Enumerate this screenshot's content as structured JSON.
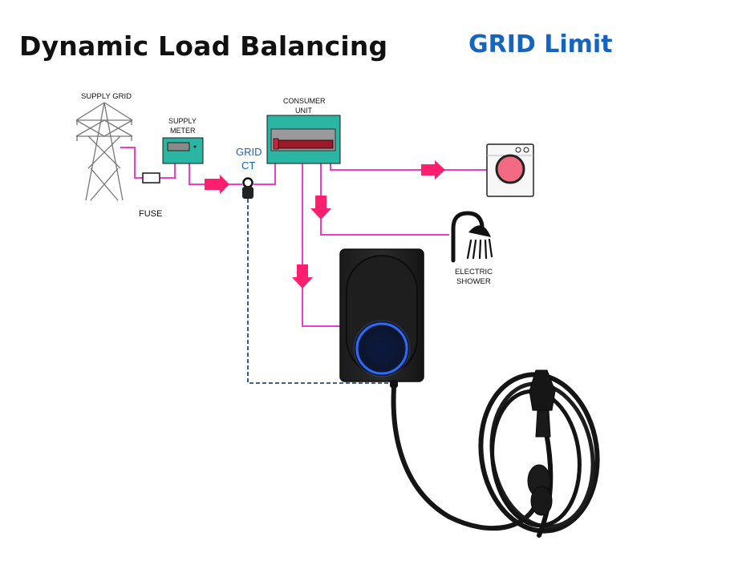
{
  "header": {
    "title": "Dynamic Load Balancing",
    "subtitle": "GRID Limit"
  },
  "labels": {
    "supply_grid": "SUPPLY GRID",
    "supply_meter_line1": "SUPPLY",
    "supply_meter_line2": "METER",
    "fuse": "FUSE",
    "grid_ct_line1": "GRID",
    "grid_ct_line2": "CT",
    "consumer_unit_line1": "CONSUMER",
    "consumer_unit_line2": "UNIT",
    "electric_shower_line1": "ELECTRIC",
    "electric_shower_line2": "SHOWER"
  },
  "icons": {
    "pylon": "pylon-icon",
    "meter": "supply-meter-icon",
    "fuse": "fuse-icon",
    "ct_clamp": "ct-clamp-icon",
    "consumer_unit": "consumer-unit-icon",
    "washing_machine": "washing-machine-icon",
    "shower": "shower-icon",
    "ev_charger": "ev-charger-icon",
    "cable": "charging-cable-icon"
  },
  "colors": {
    "power_line": "#ee3ec8",
    "arrow": "#ff1f6e",
    "ct_signal": "#1e4e8c",
    "title": "#111111",
    "accent_blue": "#1565c0",
    "device_teal": "#2bb6a3",
    "charger_ring": "#2b6bff"
  }
}
